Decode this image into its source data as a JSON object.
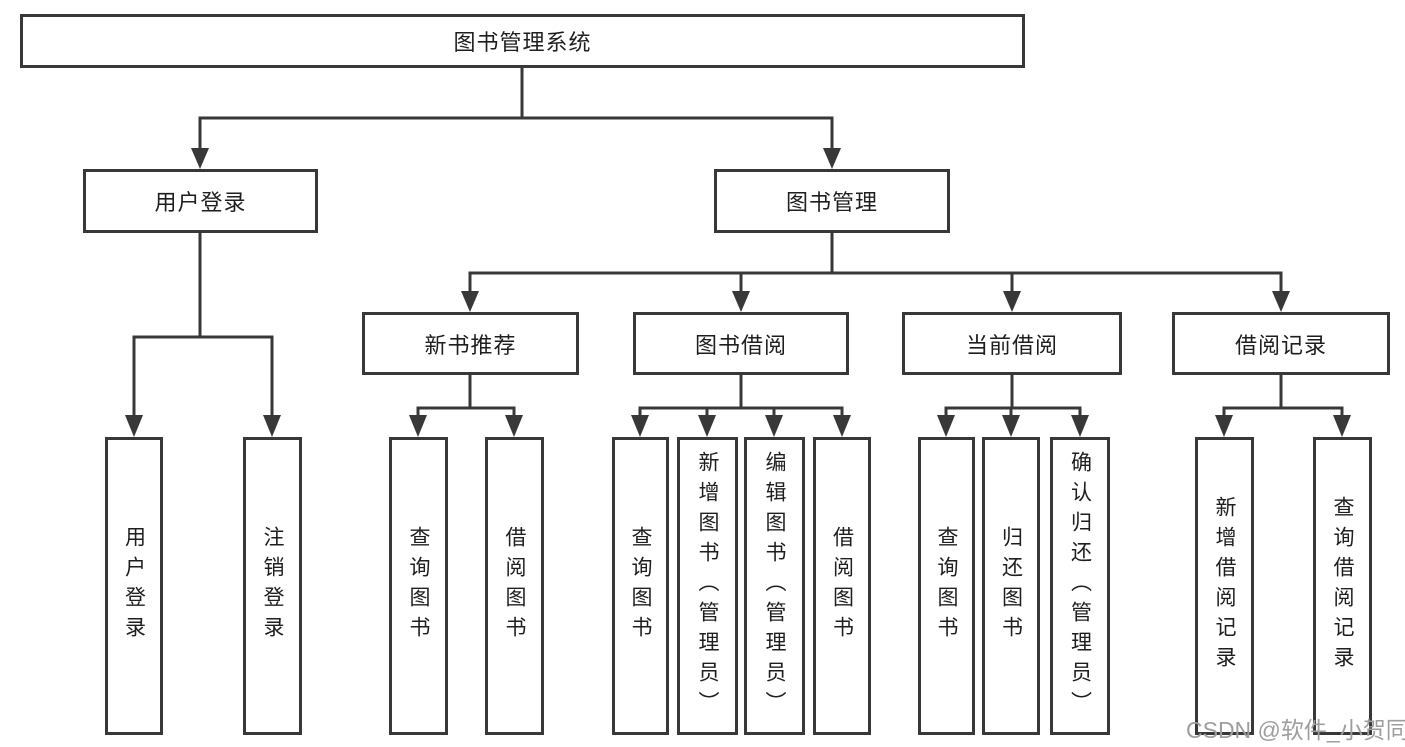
{
  "root": {
    "label": "图书管理系统",
    "children": [
      {
        "label": "用户登录",
        "children": [
          {
            "label": "用户登录"
          },
          {
            "label": "注销登录"
          }
        ]
      },
      {
        "label": "图书管理",
        "children": [
          {
            "label": "新书推荐",
            "children": [
              {
                "label": "查询图书"
              },
              {
                "label": "借阅图书"
              }
            ]
          },
          {
            "label": "图书借阅",
            "children": [
              {
                "label": "查询图书"
              },
              {
                "label": "新增图书（管理员）"
              },
              {
                "label": "编辑图书（管理员）"
              },
              {
                "label": "借阅图书"
              }
            ]
          },
          {
            "label": "当前借阅",
            "children": [
              {
                "label": "查询图书"
              },
              {
                "label": "归还图书"
              },
              {
                "label": "确认归还（管理员）"
              }
            ]
          },
          {
            "label": "借阅记录",
            "children": [
              {
                "label": "新增借阅记录"
              },
              {
                "label": "查询借阅记录"
              }
            ]
          }
        ]
      }
    ]
  },
  "watermark": "CSDN @软件_小贺同学",
  "colors": {
    "line": "#383838",
    "text": "#1e1e1e",
    "watermark": "#9e9e9e",
    "background": "#ffffff"
  }
}
